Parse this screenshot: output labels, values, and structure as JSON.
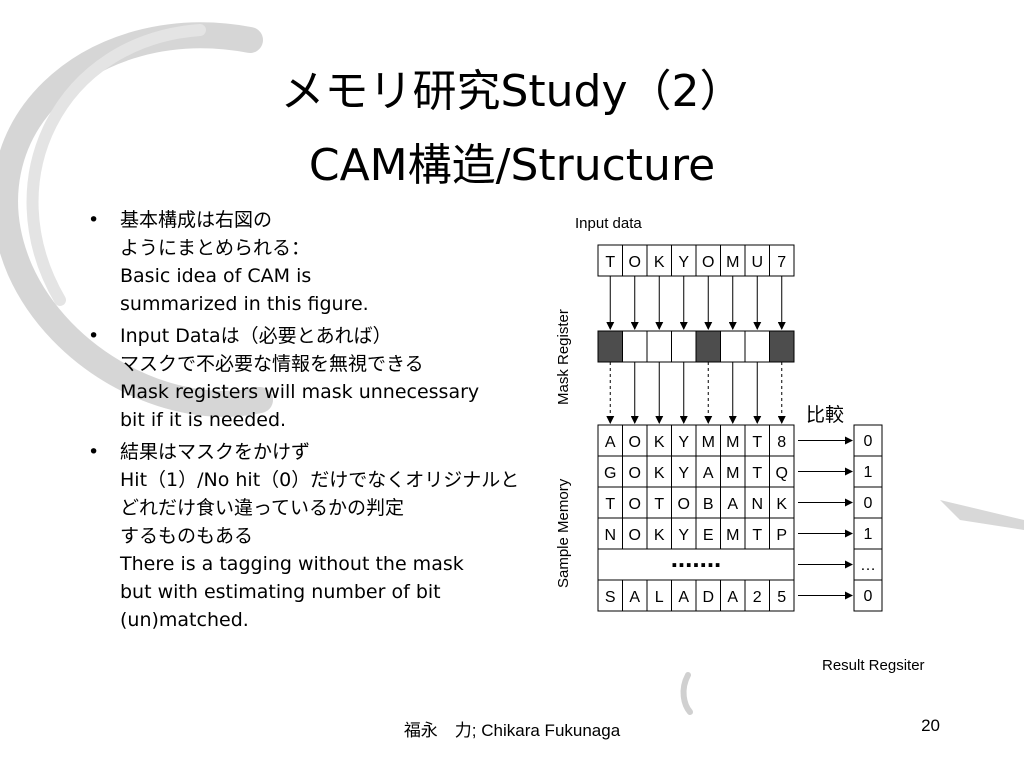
{
  "title": {
    "line1": "メモリ研究Study（2）",
    "line2": "CAM構造/Structure"
  },
  "bullets": [
    {
      "lines": [
        "基本構成は右図の",
        "ようにまとめられる：",
        "Basic idea of CAM is",
        "summarized in this figure."
      ]
    },
    {
      "lines": [
        "Input Dataは（必要とあれば）",
        "マスクで不必要な情報を無視できる",
        "Mask registers will mask unnecessary",
        "bit if it  is needed."
      ]
    },
    {
      "lines": [
        "結果はマスクをかけず",
        "Hit（1）/No hit（0）だけでなくオリジナルと",
        "どれだけ食い違っているかの判定",
        "するものもある",
        "There is a tagging without the mask",
        "but with estimating number of bit",
        "(un)matched."
      ]
    }
  ],
  "diagram": {
    "input_label": "Input data",
    "input_data": [
      "T",
      "O",
      "K",
      "Y",
      "O",
      "M",
      "U",
      "7"
    ],
    "mask_label": "Mask Register",
    "mask_bits": [
      1,
      0,
      0,
      0,
      1,
      0,
      0,
      1
    ],
    "compare_label": "比較",
    "memory_label": "Sample Memory",
    "memory_rows": [
      [
        "A",
        "O",
        "K",
        "Y",
        "M",
        "M",
        "T",
        "8"
      ],
      [
        "G",
        "O",
        "K",
        "Y",
        "A",
        "M",
        "T",
        "Q"
      ],
      [
        "T",
        "O",
        "T",
        "O",
        "B",
        "A",
        "N",
        "K"
      ],
      [
        "N",
        "O",
        "K",
        "Y",
        "E",
        "M",
        "T",
        "P"
      ],
      [
        "......."
      ],
      [
        "S",
        "A",
        "L",
        "A",
        "D",
        "A",
        "2",
        "5"
      ]
    ],
    "results": [
      "0",
      "1",
      "0",
      "1",
      "…",
      "0"
    ],
    "result_label": "Result Regsiter"
  },
  "colors": {
    "mask_fill": "#4d4d4d",
    "swirl": "#cfcfcf"
  },
  "footer": {
    "author": "福永　力; Chikara Fukunaga",
    "page": "20"
  }
}
